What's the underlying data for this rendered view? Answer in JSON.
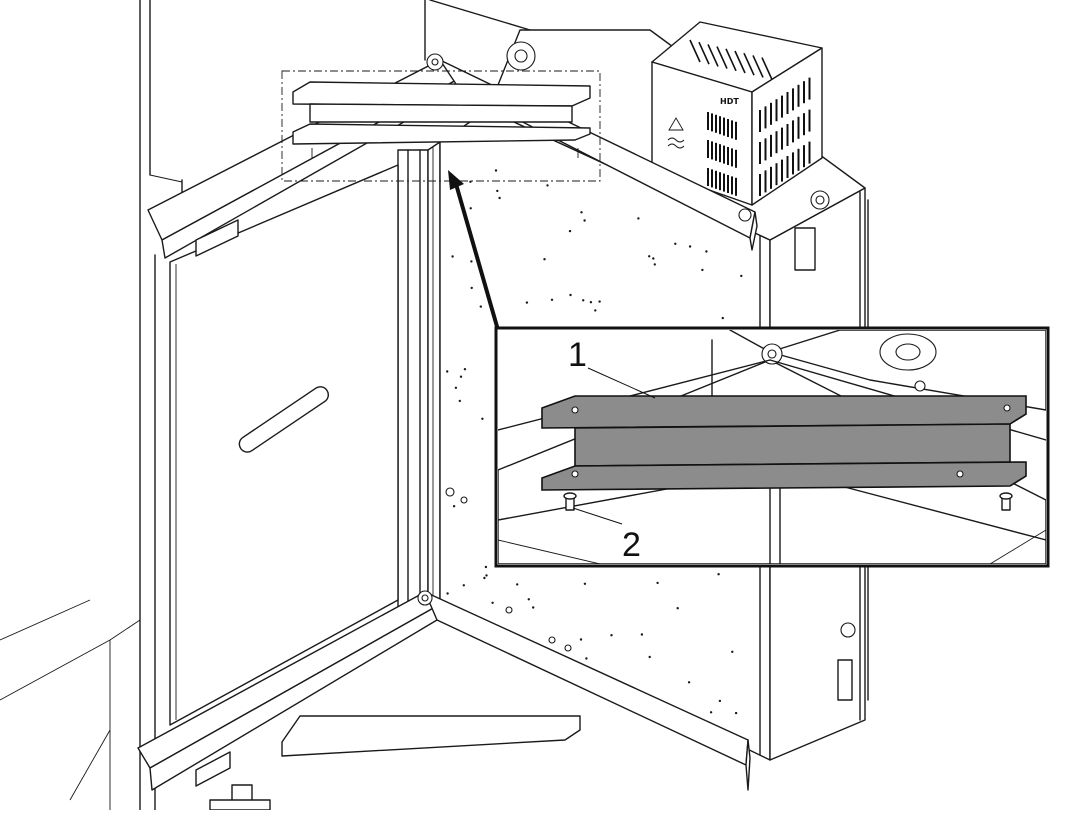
{
  "callouts": [
    {
      "number": "1",
      "part": "bracket"
    },
    {
      "number": "2",
      "part": "screw"
    }
  ],
  "heater_label": "HDT",
  "colors": {
    "line": "#1a1a1a",
    "bracket_fill": "#8c8c8c",
    "background": "#ffffff"
  }
}
